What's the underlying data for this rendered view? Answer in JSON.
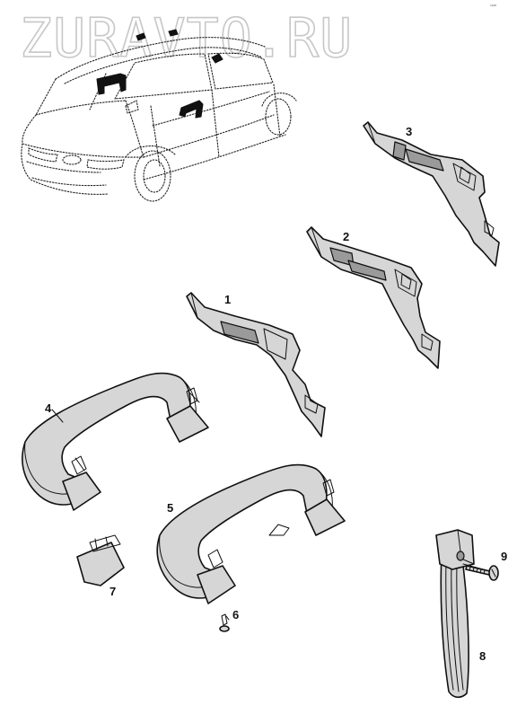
{
  "watermark": "ZURAVTO.RU",
  "corner_mark": "ˢᵖˡᵃᵗ",
  "parts": [
    {
      "id": "pillar-trim-1",
      "label": "1"
    },
    {
      "id": "pillar-trim-2",
      "label": "2"
    },
    {
      "id": "pillar-trim-3",
      "label": "3"
    },
    {
      "id": "grab-handle-4",
      "label": "4"
    },
    {
      "id": "grab-handle-5",
      "label": "5"
    },
    {
      "id": "clip-6",
      "label": "6"
    },
    {
      "id": "end-cap-7",
      "label": "7"
    },
    {
      "id": "strap-8",
      "label": "8"
    },
    {
      "id": "screw-9",
      "label": "9"
    }
  ]
}
